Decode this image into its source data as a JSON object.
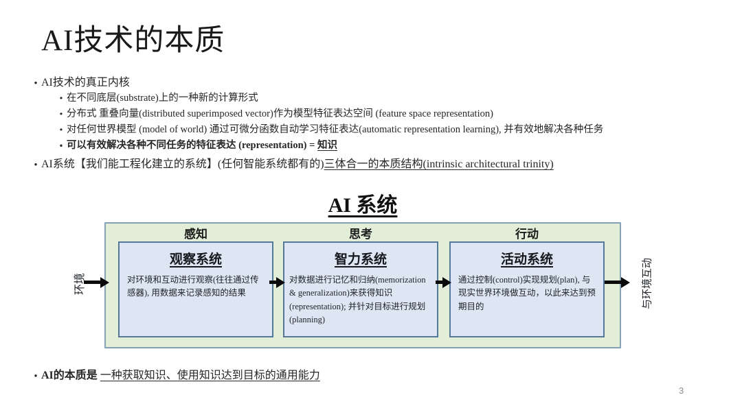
{
  "slide": {
    "title": "AI技术的本质",
    "page_number": "3"
  },
  "bullets": {
    "level1_1": "AI技术的真正内核",
    "sub1": "在不同底层(substrate)上的一种新的计算形式",
    "sub2": "分布式 重叠向量(distributed superimposed vector)作为模型特征表达空间 (feature space representation)",
    "sub3": "对任何世界模型 (model of world) 通过可微分函数自动学习特征表达(automatic representation learning), 并有效地解决各种任务",
    "sub4_text": "可以有效解决各种不同任务的特征表达 (representation) = ",
    "sub4_underlined": "知识",
    "level1_2_text": "AI系统【我们能工程化建立的系统】(任何智能系统都有的)",
    "level1_2_underlined": "三体合一的本质结构(intrinsic architectural trinity)",
    "footer_bold": "AI的本质是 ",
    "footer_underlined": "一种获取知识、使用知识达到目标的通用能力"
  },
  "diagram": {
    "heading": "AI 系统",
    "left_label": "环境",
    "right_label": "与环境互动",
    "column_headers": [
      "感知",
      "思考",
      "行动"
    ],
    "boxes": [
      {
        "title": "观察系统",
        "body": "对环境和互动进行观察(往往通过传感器), 用数据来记录感知的结果"
      },
      {
        "title": "智力系统",
        "body": "对数据进行记忆和归纳(memorization & generalization)来获得知识 (representation); 并针对目标进行规划 (planning)"
      },
      {
        "title": "活动系统",
        "body": "通过控制(control)实现规划(plan), 与现实世界环境做互动，以此来达到预期目的"
      }
    ],
    "colors": {
      "container_fill": "#e3eed9",
      "container_border": "#86a0b5",
      "box_fill": "#dde6f2",
      "box_border": "#54779a",
      "arrow": "#0a0a0a"
    }
  }
}
